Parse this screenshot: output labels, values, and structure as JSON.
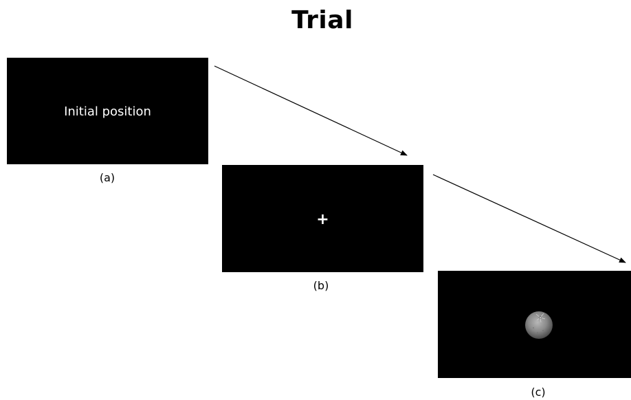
{
  "title": "Trial",
  "panels": [
    {
      "id": "a",
      "caption": "(a)",
      "content_text": "Initial position"
    },
    {
      "id": "b",
      "caption": "(b)",
      "content_text": "+"
    },
    {
      "id": "c",
      "caption": "(c)",
      "content_icon": "orange-fruit-icon"
    }
  ],
  "colors": {
    "screen_background": "#000000",
    "screen_text": "#ffffff",
    "page_background": "#ffffff",
    "arrow": "#000000"
  }
}
